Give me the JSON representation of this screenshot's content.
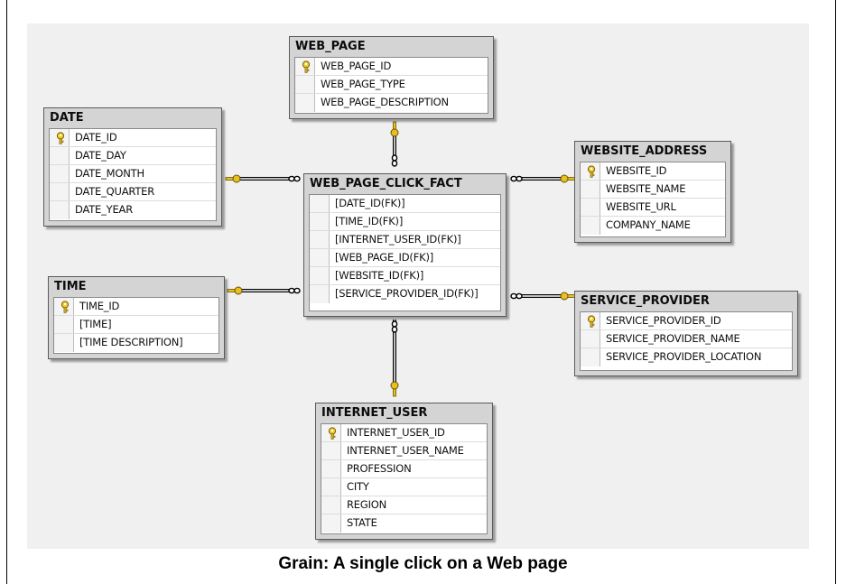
{
  "caption": "Grain: A single click on a Web page",
  "tables": {
    "web_page": {
      "title": "WEB_PAGE",
      "columns": [
        {
          "name": "WEB_PAGE_ID",
          "pk": true
        },
        {
          "name": "WEB_PAGE_TYPE",
          "pk": false
        },
        {
          "name": "WEB_PAGE_DESCRIPTION",
          "pk": false
        }
      ]
    },
    "date": {
      "title": "DATE",
      "columns": [
        {
          "name": "DATE_ID",
          "pk": true
        },
        {
          "name": "DATE_DAY",
          "pk": false
        },
        {
          "name": "DATE_MONTH",
          "pk": false
        },
        {
          "name": "DATE_QUARTER",
          "pk": false
        },
        {
          "name": "DATE_YEAR",
          "pk": false
        }
      ]
    },
    "fact": {
      "title": "WEB_PAGE_CLICK_FACT",
      "columns": [
        {
          "name": "[DATE_ID(FK)]",
          "pk": false
        },
        {
          "name": "[TIME_ID(FK)]",
          "pk": false
        },
        {
          "name": "[INTERNET_USER_ID(FK)]",
          "pk": false
        },
        {
          "name": "[WEB_PAGE_ID(FK)]",
          "pk": false
        },
        {
          "name": "[WEBSITE_ID(FK)]",
          "pk": false
        },
        {
          "name": "[SERVICE_PROVIDER_ID(FK)]",
          "pk": false
        }
      ]
    },
    "website_address": {
      "title": "WEBSITE_ADDRESS",
      "columns": [
        {
          "name": "WEBSITE_ID",
          "pk": true
        },
        {
          "name": "WEBSITE_NAME",
          "pk": false
        },
        {
          "name": "WEBSITE_URL",
          "pk": false
        },
        {
          "name": "COMPANY_NAME",
          "pk": false
        }
      ]
    },
    "time": {
      "title": "TIME",
      "columns": [
        {
          "name": "TIME_ID",
          "pk": true
        },
        {
          "name": "[TIME]",
          "pk": false
        },
        {
          "name": "[TIME DESCRIPTION]",
          "pk": false
        }
      ]
    },
    "service_provider": {
      "title": "SERVICE_PROVIDER",
      "columns": [
        {
          "name": "SERVICE_PROVIDER_ID",
          "pk": true
        },
        {
          "name": "SERVICE_PROVIDER_NAME",
          "pk": false
        },
        {
          "name": "SERVICE_PROVIDER_LOCATION",
          "pk": false
        }
      ]
    },
    "internet_user": {
      "title": "INTERNET_USER",
      "columns": [
        {
          "name": "INTERNET_USER_ID",
          "pk": true
        },
        {
          "name": "INTERNET_USER_NAME",
          "pk": false
        },
        {
          "name": "PROFESSION",
          "pk": false
        },
        {
          "name": "CITY",
          "pk": false
        },
        {
          "name": "REGION",
          "pk": false
        },
        {
          "name": "STATE",
          "pk": false
        }
      ]
    }
  },
  "relationships": [
    {
      "from": "fact",
      "to": "web_page"
    },
    {
      "from": "fact",
      "to": "date"
    },
    {
      "from": "fact",
      "to": "website_address"
    },
    {
      "from": "fact",
      "to": "time"
    },
    {
      "from": "fact",
      "to": "service_provider"
    },
    {
      "from": "fact",
      "to": "internet_user"
    }
  ],
  "icons": {
    "primary_key": "key-icon",
    "many_end": "infinity-icon"
  },
  "colors": {
    "key": "#e8c020",
    "header": "#d4d4d4",
    "canvas": "#f0f0f0"
  }
}
